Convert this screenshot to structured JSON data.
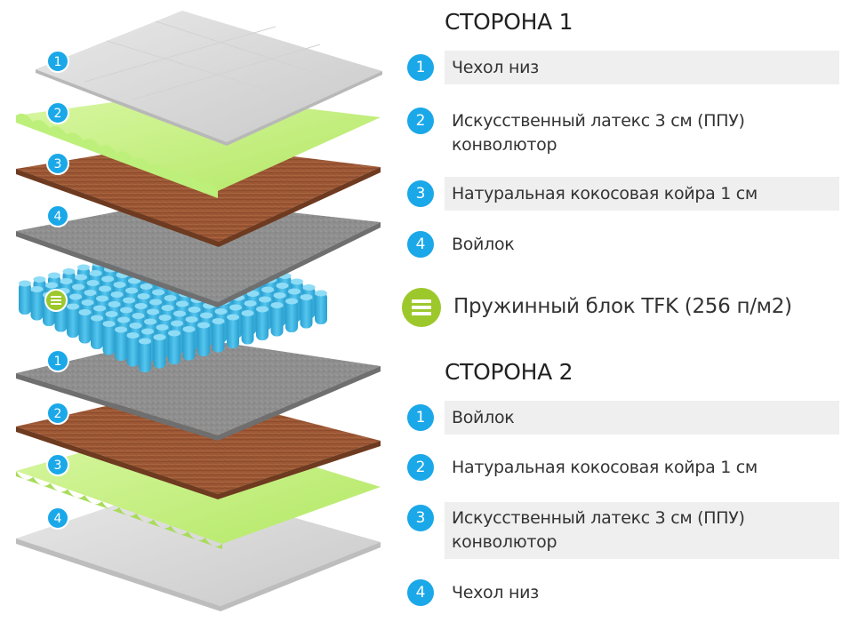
{
  "colors": {
    "badge_blue": "#1aa8e8",
    "badge_green": "#9dc82c",
    "row_bg": "#efefef",
    "cover": "#d9d9d9",
    "latex": "#c6f08a",
    "coir": "#9a5532",
    "felt": "#8c8c8c",
    "spring": "#36b3e0"
  },
  "side1": {
    "title": "СТОРОНА 1",
    "items": [
      {
        "num": "1",
        "label": "Чехол низ",
        "shaded": true
      },
      {
        "num": "2",
        "label": "Искусственный латекс 3 см (ППУ) конволютор",
        "shaded": false
      },
      {
        "num": "3",
        "label": "Натуральная кокосовая койра 1 см",
        "shaded": true
      },
      {
        "num": "4",
        "label": "Войлок",
        "shaded": false
      }
    ]
  },
  "spring_block": {
    "label": "Пружинный блок TFK (256 п/м2)",
    "icon": "spring-block-icon"
  },
  "side2": {
    "title": "СТОРОНА 2",
    "items": [
      {
        "num": "1",
        "label": "Войлок",
        "shaded": true
      },
      {
        "num": "2",
        "label": "Натуральная кокосовая койра 1 см",
        "shaded": false
      },
      {
        "num": "3",
        "label": "Искусственный латекс 3 см (ППУ) конволютор",
        "shaded": true
      },
      {
        "num": "4",
        "label": "Чехол низ",
        "shaded": false
      }
    ]
  }
}
